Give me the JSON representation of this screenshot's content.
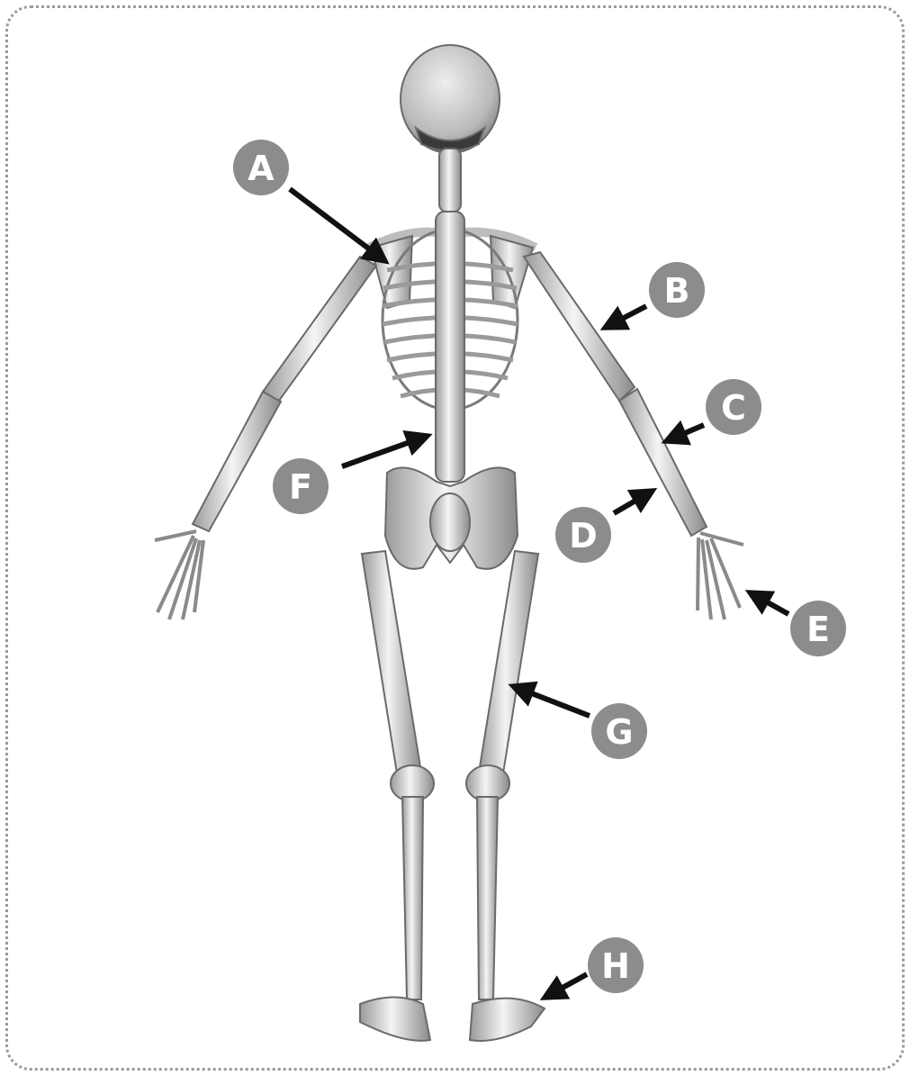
{
  "labels": [
    {
      "id": "A",
      "text": "A"
    },
    {
      "id": "B",
      "text": "B"
    },
    {
      "id": "C",
      "text": "C"
    },
    {
      "id": "D",
      "text": "D"
    },
    {
      "id": "E",
      "text": "E"
    },
    {
      "id": "F",
      "text": "F"
    },
    {
      "id": "G",
      "text": "G"
    },
    {
      "id": "H",
      "text": "H"
    }
  ],
  "colors": {
    "label_circle": "#8c8c8c",
    "label_text": "#ffffff",
    "arrow": "#111111",
    "bone_light": "#f2f2f2",
    "bone_mid": "#c8c8c8",
    "bone_dark": "#5a5a5a",
    "frame_border": "#9a9a9a"
  }
}
